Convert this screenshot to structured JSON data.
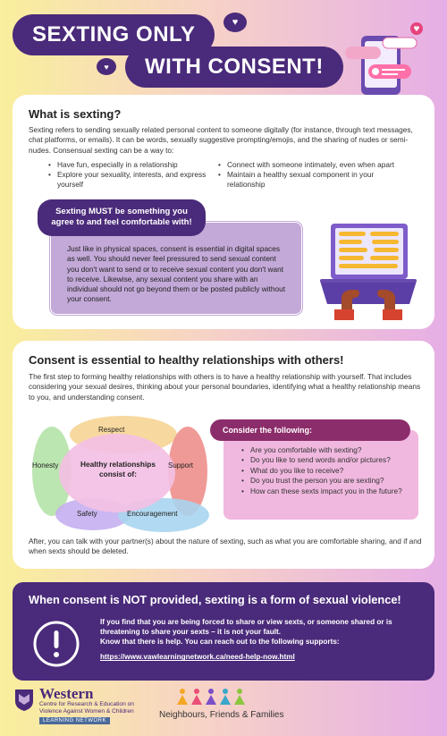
{
  "header": {
    "title_line1": "SEXTING ONLY",
    "title_line2": "WITH CONSENT!"
  },
  "section1": {
    "heading": "What is sexting?",
    "intro": "Sexting refers to sending sexually related personal content to someone digitally (for instance, through text messages, chat platforms, or emails). It can be words, sexually suggestive prompting/emojis, and the sharing of nudes or semi-nudes. Consensual sexting can be a way to:",
    "bullets_left": [
      "Have fun, especially in a relationship",
      "Explore your sexuality, interests, and express yourself"
    ],
    "bullets_right": [
      "Connect with someone intimately, even when apart",
      "Maintain a healthy sexual component in your relationship"
    ],
    "callout": "Sexting MUST be something you agree to and feel comfortable with!",
    "box_text": "Just like in physical spaces, consent is essential in digital spaces as well. You should never feel pressured to send sexual content you don't want to send or to receive sexual content you don't want to receive. Likewise, any sexual content you share with an individual should not go beyond them or be posted publicly without your consent."
  },
  "section2": {
    "heading": "Consent is essential to healthy relationships with others!",
    "intro": "The first step to forming healthy relationships with others is to have a healthy relationship with yourself. That includes considering your sexual desires, thinking about your personal boundaries, identifying what a healthy relationship means to you, and understanding consent.",
    "venn": {
      "center": "Healthy relationships consist of:",
      "respect": "Respect",
      "honesty": "Honesty",
      "support": "Support",
      "safety": "Safety",
      "encouragement": "Encouragement"
    },
    "consider_title": "Consider the following:",
    "consider_items": [
      "Are you comfortable with sexting?",
      "Do you like to send words and/or pictures?",
      "What do you like to receive?",
      "Do you trust the person you are sexting?",
      "How can these sexts impact you in the future?"
    ],
    "after": "After, you can talk with your partner(s) about the nature of sexting, such as what you are comfortable sharing, and if and when sexts should be deleted."
  },
  "banner": {
    "heading": "When consent is NOT provided, sexting is a form of sexual violence!",
    "text1": "If you find that you are being forced to share or view sexts, or someone shared or is threatening to share your sexts – it is not your fault.",
    "text2": "Know that there is help. You can reach out to the following supports:",
    "link": "https://www.vawlearningnetwork.ca/need-help-now.html"
  },
  "footer": {
    "org_name": "Western",
    "org_line1": "Centre for Research & Education on",
    "org_line2": "Violence Against Women & Children",
    "org_badge": "LEARNING NETWORK",
    "partner": "Neighbours, Friends & Families"
  },
  "colors": {
    "primary": "#4a2a7a",
    "lavender": "#c3a9d8",
    "pink": "#f0b8df",
    "magenta": "#8c2d6b"
  }
}
